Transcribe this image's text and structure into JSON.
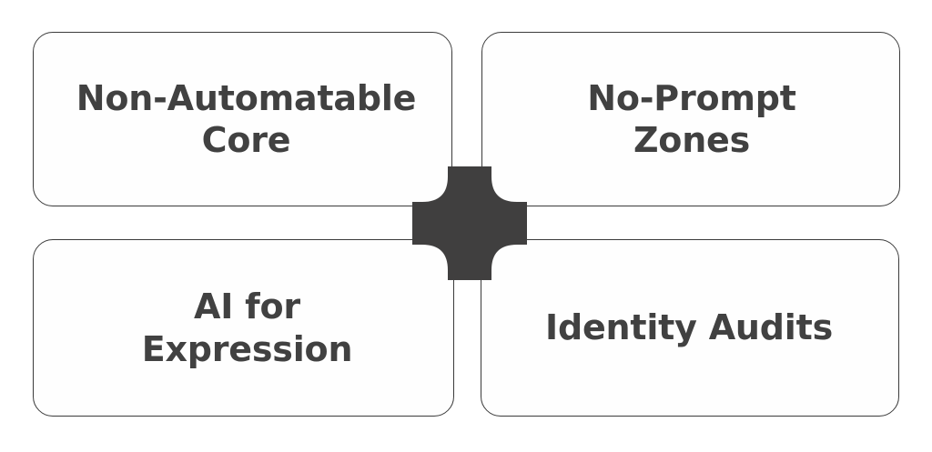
{
  "diagram": {
    "type": "four-quadrant-cross",
    "background_color": "#ffffff",
    "card_fill_color": "#fefefe",
    "card_border_color": "#3b3b3b",
    "text_color": "#414141",
    "hub_color": "#403f3f",
    "quadrants": [
      {
        "id": "top-left",
        "label": "Non-Automatable\nCore",
        "line1": "Non-Automatable",
        "line2": "Core"
      },
      {
        "id": "top-right",
        "label": "No-Prompt\nZones",
        "line1": "No-Prompt",
        "line2": "Zones"
      },
      {
        "id": "bottom-left",
        "label": "AI for\nExpression",
        "line1": "AI for",
        "line2": "Expression"
      },
      {
        "id": "bottom-right",
        "label": "Identity Audits",
        "line1": "Identity Audits",
        "line2": ""
      }
    ],
    "hub": {
      "shape": "plus-cross",
      "name": "center-hub"
    }
  }
}
